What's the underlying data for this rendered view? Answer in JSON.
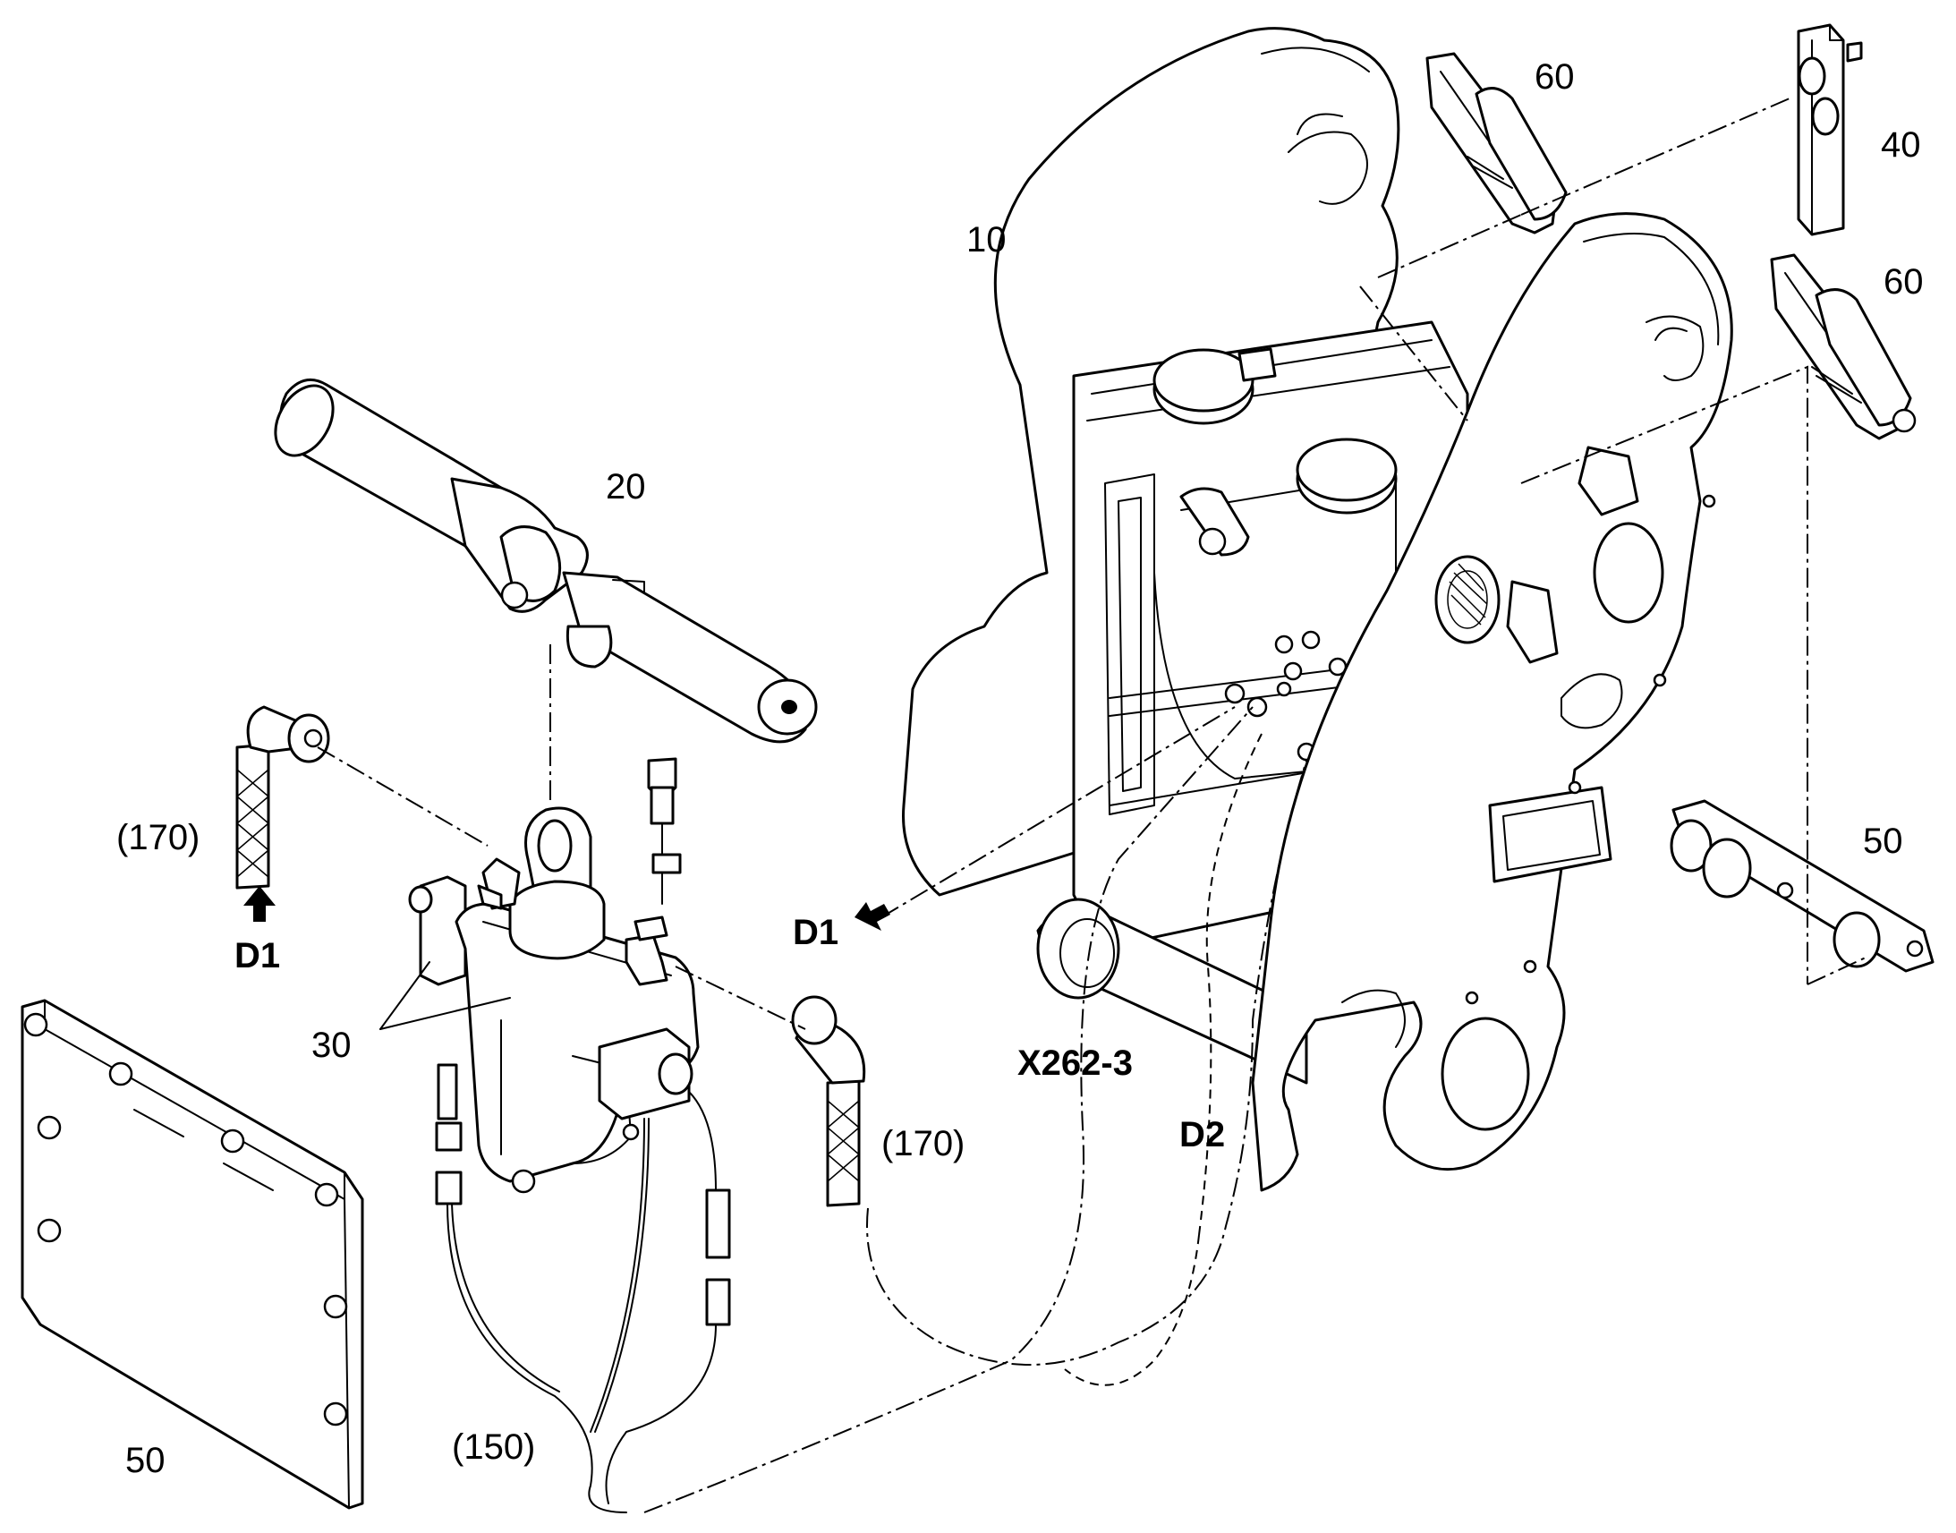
{
  "diagram": {
    "callouts": {
      "frame": "10",
      "cylinder": "20",
      "valve_block": "30",
      "retainer_plate": "40",
      "cover_plate_left": "50",
      "cover_plate_right": "50",
      "wedge_top": "60",
      "wedge_middle": "60",
      "wiring_harness": "(150)",
      "hose_left": "(170)",
      "hose_right": "(170)",
      "port_d1_left": "D1",
      "port_d1_frame": "D1",
      "port_d2": "D2",
      "connector": "X262-3"
    },
    "colors": {
      "line": "#000000",
      "background": "#ffffff"
    }
  }
}
